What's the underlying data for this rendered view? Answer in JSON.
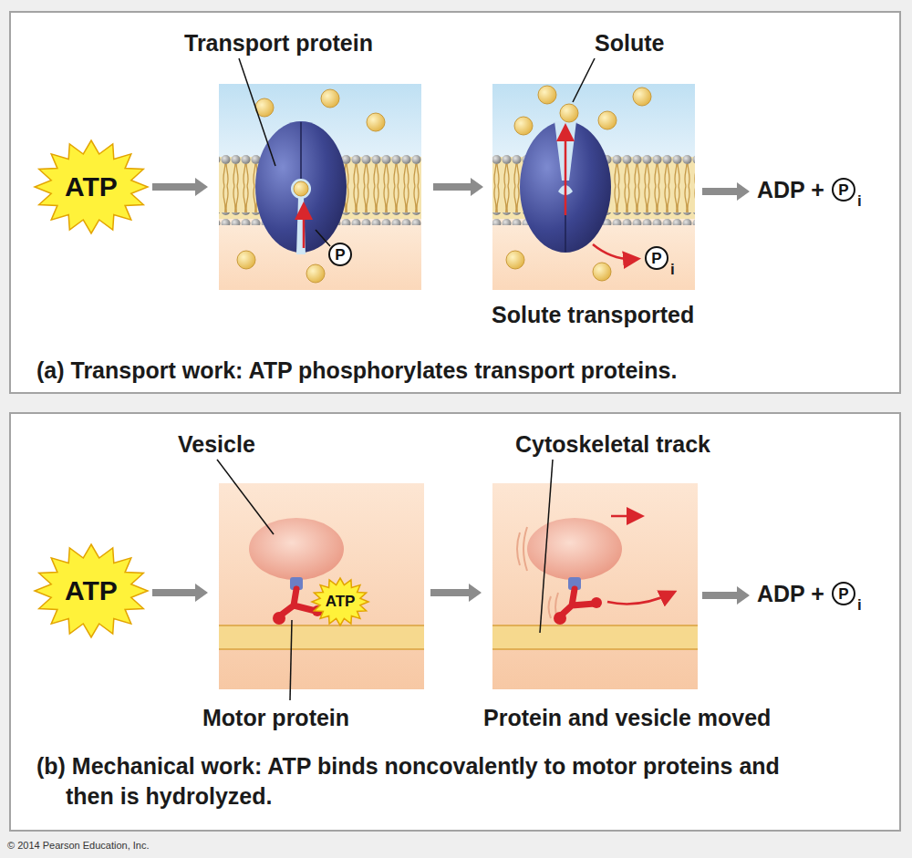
{
  "diagram": {
    "nodes": [
      {
        "text": [
          "(a) Transport work: ATP phosphorylates transport proteins."
        ]
      },
      {
        "text": [
          "ATP"
        ],
        "in": 0
      },
      {
        "text": [
          "P"
        ],
        "in": 0
      },
      {
        "text": [
          "P"
        ],
        "in": 0
      },
      {
        "text": [
          "P"
        ],
        "in": 0
      },
      {
        "text": [
          "(b) Mechanical work: ATP binds noncovalently to motor proteins and then is hydrolyzed."
        ]
      },
      {
        "text": [
          "ATP"
        ],
        "in": 5
      },
      {
        "text": [
          "ATP"
        ],
        "in": 5
      },
      {
        "text": [
          "P"
        ],
        "in": 5
      }
    ],
    "labels": [
      "Transport protein",
      "Solute",
      "ADP +",
      "i",
      "i",
      "Solute transported",
      "Vesicle",
      "Cytoskeletal track",
      "ADP +",
      "i",
      "Motor protein",
      "Protein and vesicle moved",
      "© 2014 Pearson Education, Inc."
    ]
  }
}
